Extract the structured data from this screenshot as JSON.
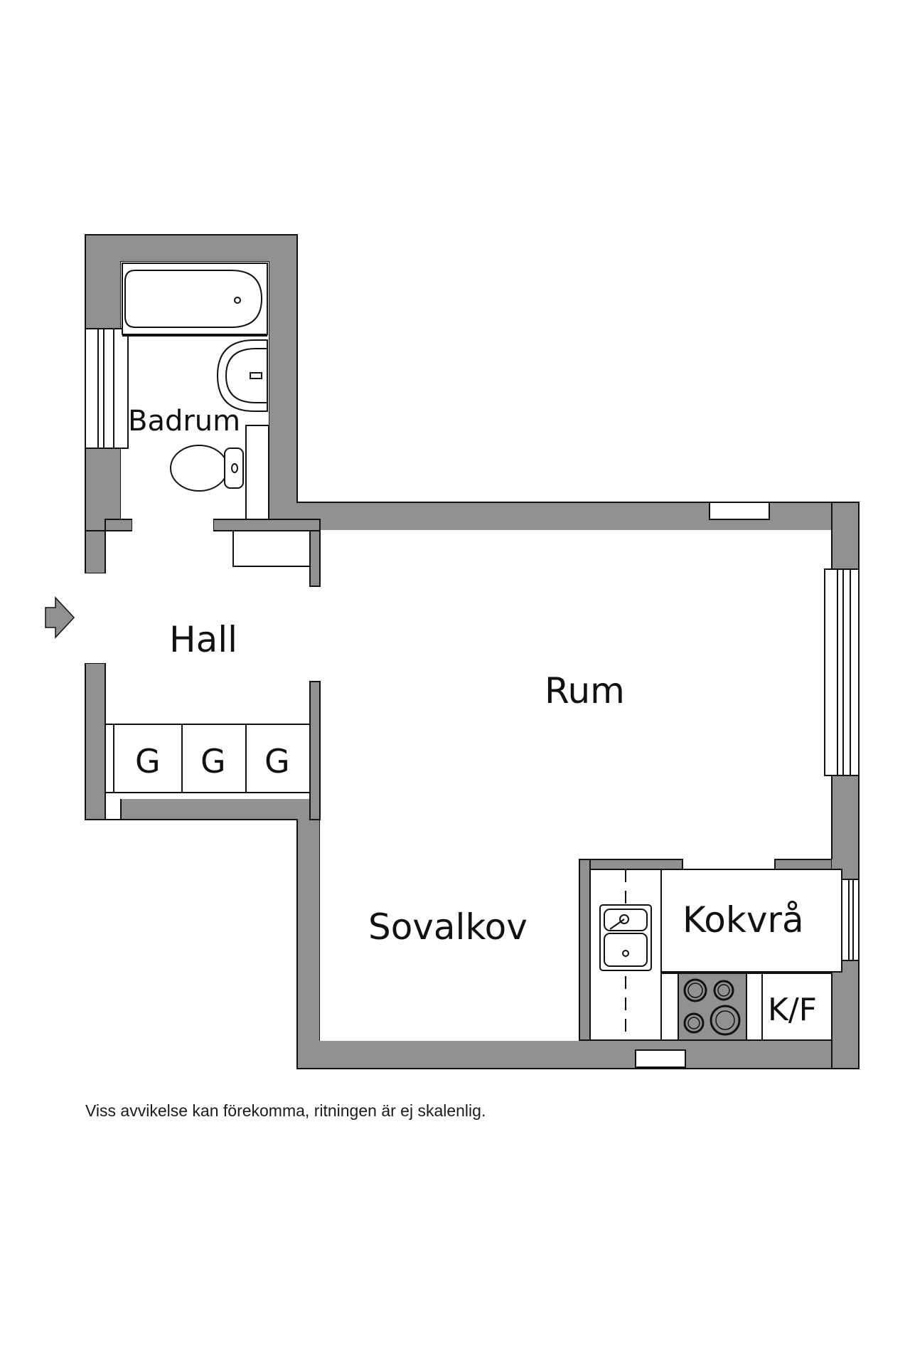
{
  "rooms": {
    "badrum": "Badrum",
    "hall": "Hall",
    "rum": "Rum",
    "sovalkov": "Sovalkov",
    "kokvra": "Kokvrå"
  },
  "closets": [
    "G",
    "G",
    "G"
  ],
  "appliances": {
    "fridge_freezer": "K/F"
  },
  "icons": {
    "entrance": "entrance-arrow-icon",
    "bathtub": "bathtub-icon",
    "washbasin": "washbasin-icon",
    "toilet": "toilet-icon",
    "sink": "kitchen-sink-icon",
    "stove": "stove-icon"
  },
  "colors": {
    "wall": "#909192",
    "line": "#111111",
    "background": "#ffffff"
  },
  "disclaimer": "Viss avvikelse kan förekomma, ritningen är ej skalenlig."
}
